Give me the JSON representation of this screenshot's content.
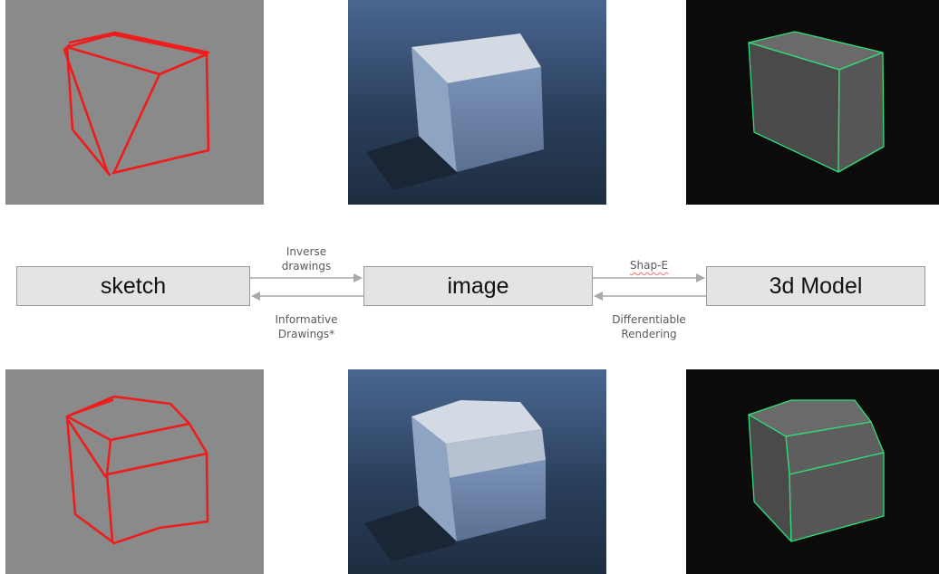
{
  "nodes": {
    "sketch": "sketch",
    "image": "image",
    "model": "3d Model"
  },
  "edges": {
    "inverse_drawings": [
      "Inverse",
      "drawings"
    ],
    "informative_drawings": [
      "Informative",
      "Drawings*"
    ],
    "shap_e": "Shap-E",
    "differentiable_rendering": [
      "Differentiable",
      "Rendering"
    ]
  },
  "colors": {
    "sketch_bg": "#8a8a8a",
    "sketch_stroke": "#ee1c1c",
    "model_bg": "#0b0b0b",
    "model_edge": "#2fe07a",
    "box_fill": "#e4e4e4"
  }
}
